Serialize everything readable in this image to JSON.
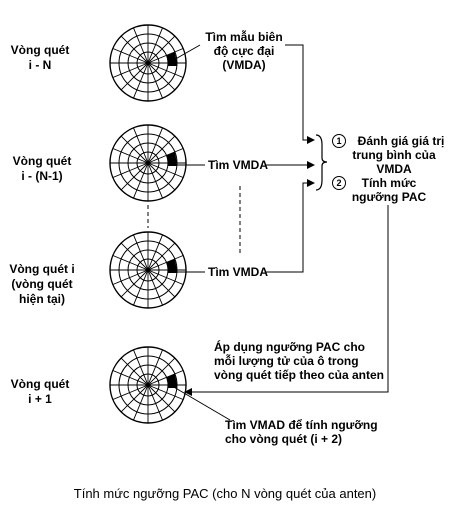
{
  "scans": [
    {
      "id": "scan-1",
      "label_lines": [
        "Vòng quét",
        "i - N"
      ]
    },
    {
      "id": "scan-2",
      "label_lines": [
        "Vòng quét",
        "i - (N-1)"
      ]
    },
    {
      "id": "scan-3",
      "label_lines": [
        "Vòng quét i",
        "(vòng quét",
        "hiện tại)"
      ]
    },
    {
      "id": "scan-4",
      "label_lines": [
        "Vòng quét",
        "i + 1"
      ]
    }
  ],
  "notes": {
    "find_max_amplitude": [
      "Tìm mẫu biên",
      "độ cực đại",
      "(VMDA)"
    ],
    "find_vmda_1": "Tìm VMDA",
    "find_vmda_2": "Tìm VMDA",
    "evaluate": {
      "step1_number": "1",
      "step1_lines": [
        "Đánh giá giá trị",
        "trung bình của",
        "VMDA"
      ],
      "step2_number": "2",
      "step2_lines": [
        "Tính mức",
        "ngưỡng PAC"
      ]
    },
    "apply_threshold": [
      "Áp dụng ngưỡng PAC cho",
      "mỗi lượng tử của ô trong",
      "vòng quét tiếp theo của anten"
    ],
    "find_vmad_next": [
      "Tìm VMAD để tính ngưỡng",
      "cho vòng quét (i + 2)"
    ]
  },
  "caption": "Tính mức ngưỡng PAC (cho N vòng quét của anten)"
}
